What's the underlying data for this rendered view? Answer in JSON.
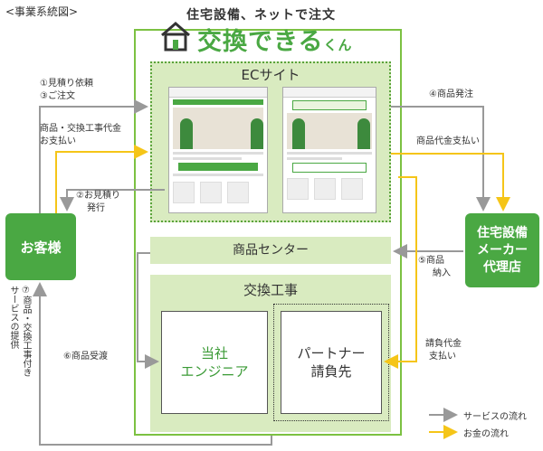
{
  "diagram_title": "<事業系統図>",
  "logo": {
    "tagline": "住宅設備、ネットで注文",
    "name": "交換できる",
    "name_suffix": "くん"
  },
  "ec_site": {
    "title": "ECサイト"
  },
  "product_center": {
    "title": "商品センター"
  },
  "replacement_work": {
    "title": "交換工事",
    "engineer_line1": "当社",
    "engineer_line2": "エンジニア",
    "partner_line1": "パートナー",
    "partner_line2": "請負先"
  },
  "customer": {
    "label": "お客様"
  },
  "maker": {
    "line1": "住宅設備",
    "line2": "メーカー",
    "line3": "代理店"
  },
  "flows": {
    "f1": "①見積り依頼",
    "f3": "③ご注文",
    "payment1": "商品・交換工事代金",
    "payment2": "お支払い",
    "f2_1": "②お見積り",
    "f2_2": "発行",
    "f4": "④商品発注",
    "maker_payment": "商品代金支払い",
    "f5_1": "⑤商品",
    "f5_2": "納入",
    "f6": "⑥商品受渡",
    "contract_payment1": "請負代金",
    "contract_payment2": "支払い",
    "f7": "⑦商品・交換工事付き",
    "f7b": "サービスの提供"
  },
  "legend": {
    "service": "サービスの流れ",
    "money": "お金の流れ"
  },
  "colors": {
    "green": "#4aa843",
    "light_green": "#d9ebc0",
    "service_arrow": "#999999",
    "money_arrow": "#f5c518"
  }
}
